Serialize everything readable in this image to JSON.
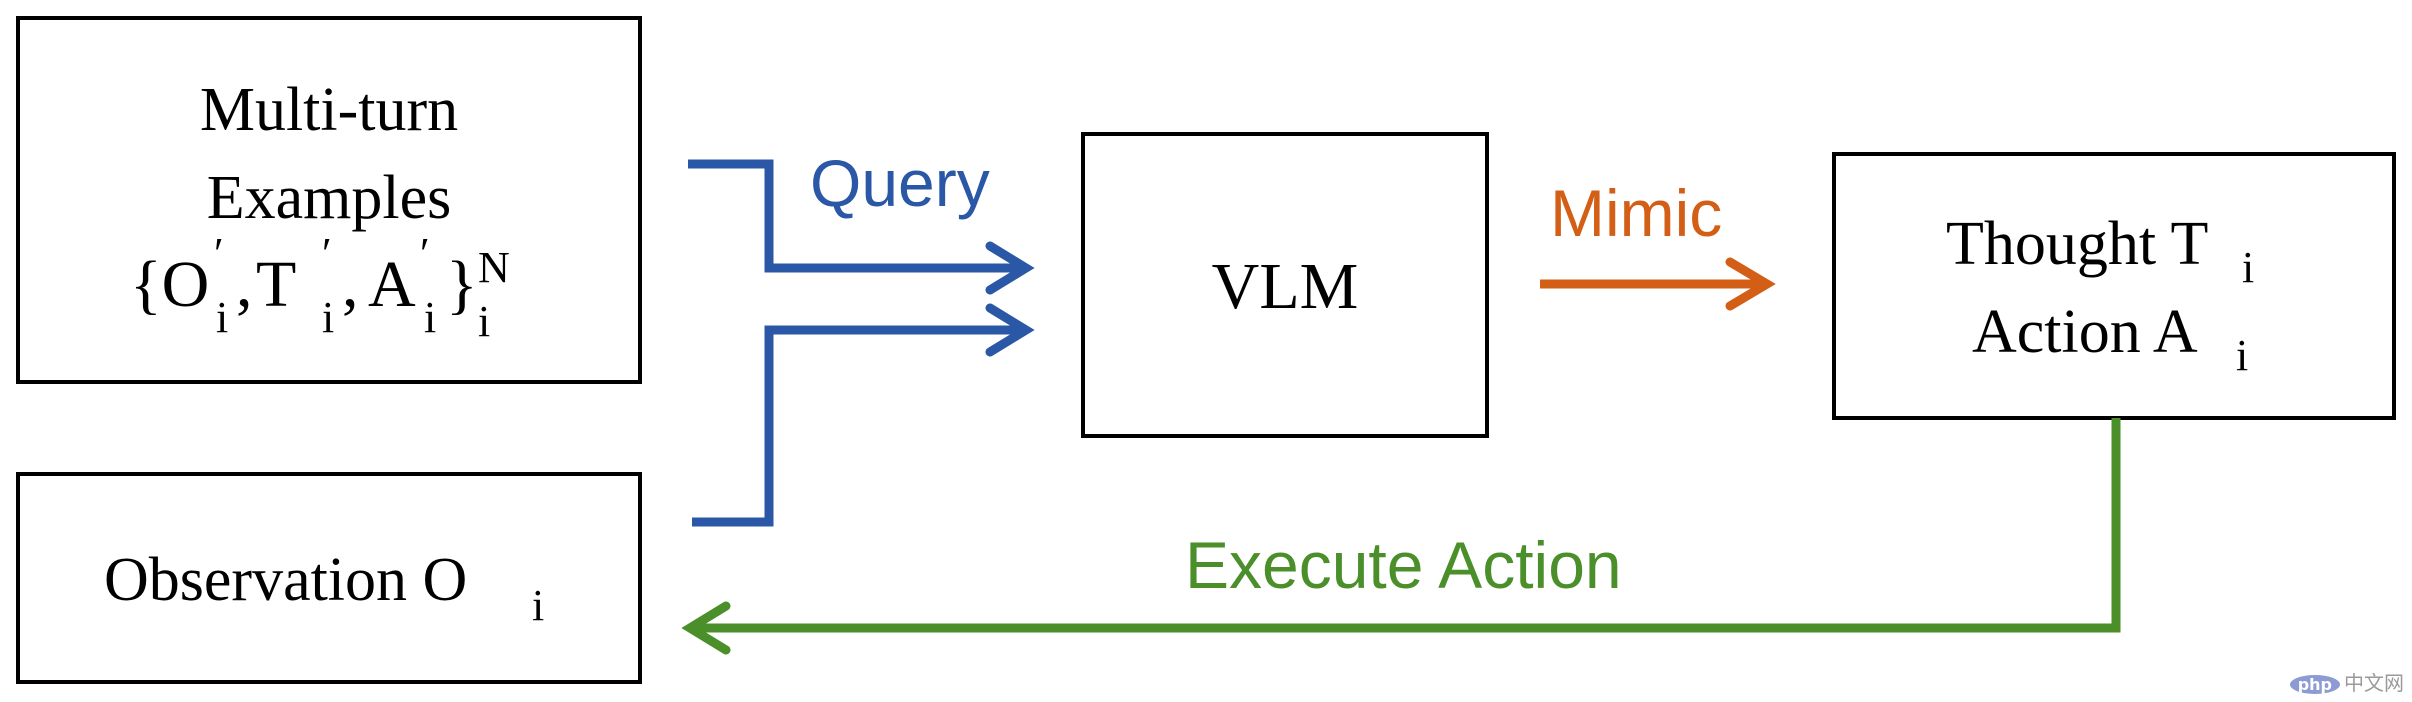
{
  "boxes": {
    "examples": {
      "line1": "Multi-turn",
      "line2": "Examples",
      "set_open": "{O",
      "set_t": "T",
      "set_a": "A",
      "set_close": "}",
      "sub_i": "i",
      "prime": "′",
      "sup_n": "N"
    },
    "observation": {
      "label": "Observation O",
      "sub": "i"
    },
    "vlm": {
      "label": "VLM"
    },
    "output": {
      "thought": "Thought T",
      "action": "Action A",
      "sub": "i"
    }
  },
  "edges": {
    "query": {
      "label": "Query",
      "color": "#2a57a6"
    },
    "mimic": {
      "label": "Mimic",
      "color": "#d35f16"
    },
    "execute": {
      "label": "Execute Action",
      "color": "#4a8f2a"
    }
  },
  "watermark": {
    "logo": "php",
    "text": "中文网"
  }
}
